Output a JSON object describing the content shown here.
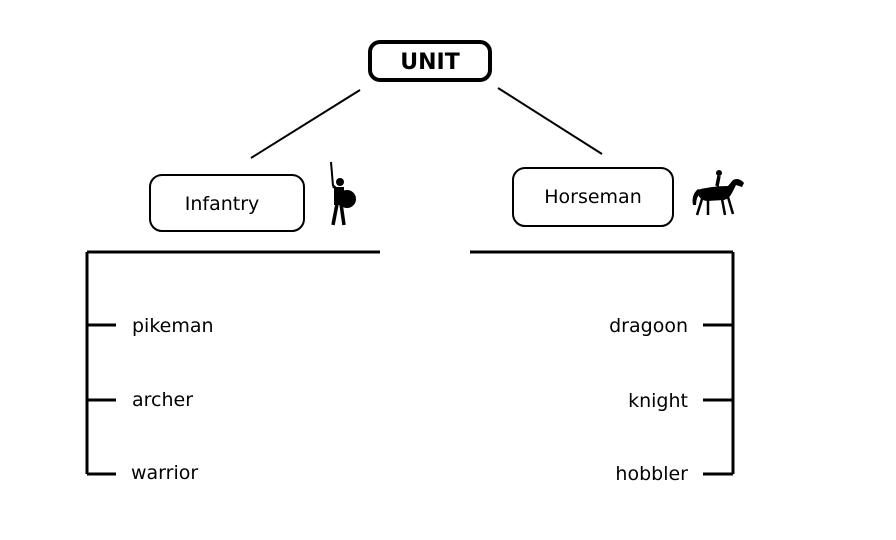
{
  "root": {
    "label": "UNIT"
  },
  "categories": [
    {
      "label": "Infantry",
      "icon": "infantry-soldier-icon",
      "members": [
        "pikeman",
        "archer",
        "warrior"
      ]
    },
    {
      "label": "Horseman",
      "icon": "horse-rider-icon",
      "members": [
        "dragoon",
        "knight",
        "hobbler"
      ]
    }
  ],
  "colors": {
    "stroke": "#000000",
    "background": "#ffffff"
  }
}
